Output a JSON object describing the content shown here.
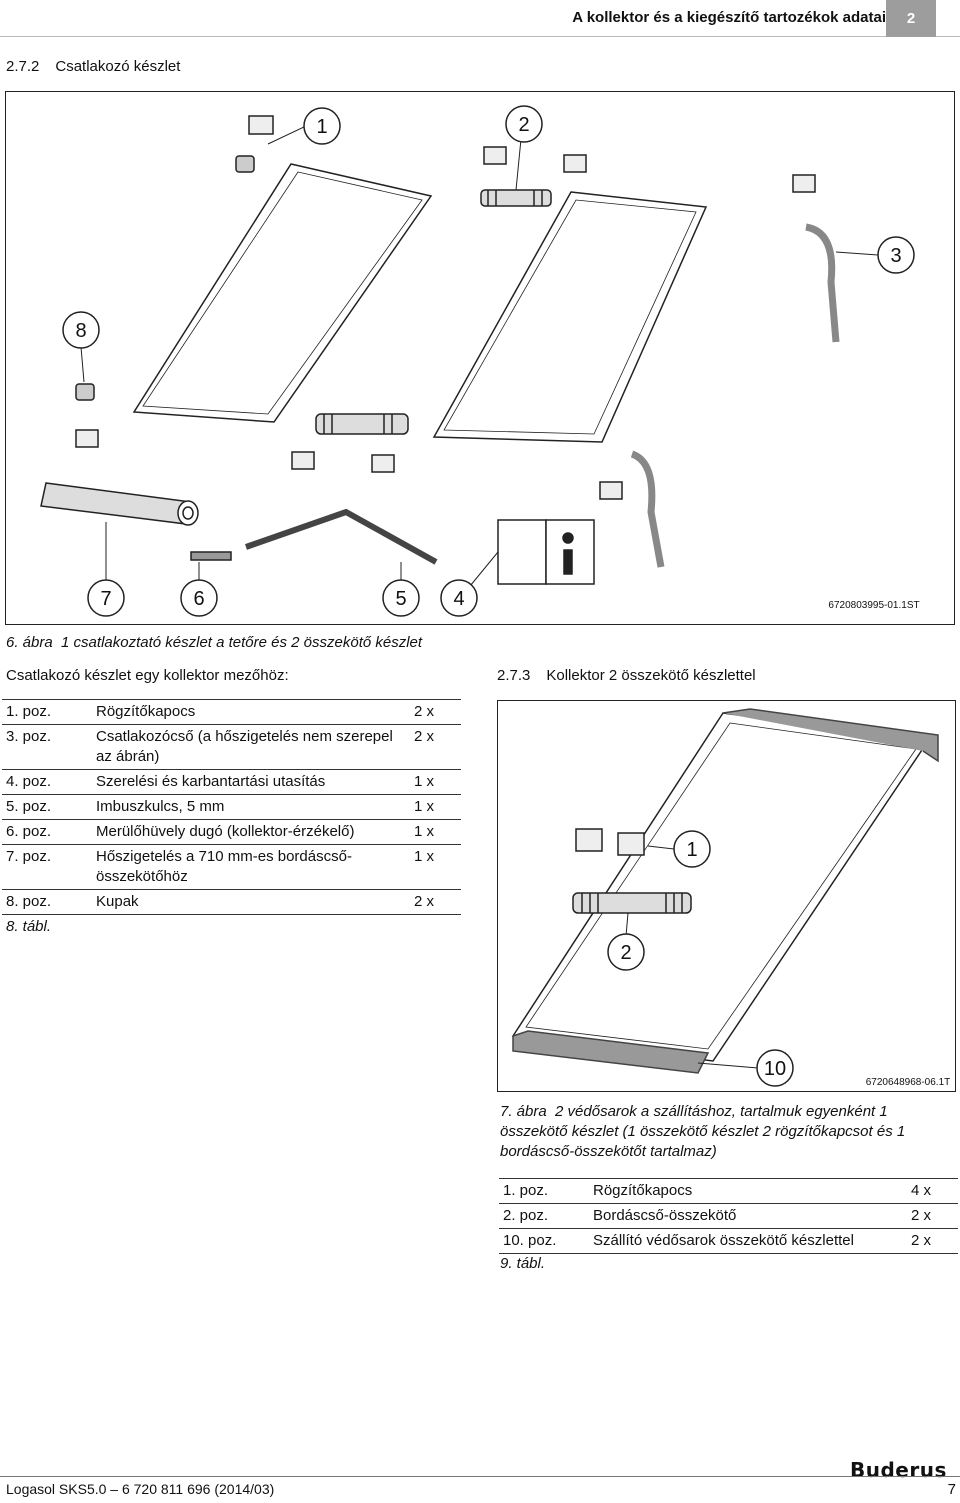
{
  "header": {
    "title": "A kollektor és a kiegészítő tartozékok adatai",
    "chapter": "2"
  },
  "section1": {
    "number": "2.7.2",
    "title": "Csatlakozó készlet"
  },
  "figure1": {
    "code": "6720803995-01.1ST",
    "callouts": [
      "1",
      "2",
      "3",
      "8",
      "7",
      "6",
      "5",
      "4"
    ],
    "caption_label": "6. ábra",
    "caption_text": "1 csatlakoztató készlet a tetőre és 2 összekötő készlet"
  },
  "subheading1": "Csatlakozó készlet egy kollektor mezőhöz:",
  "table1": {
    "rows": [
      {
        "pos": "1. poz.",
        "desc": "Rögzítőkapocs",
        "qty": "2 x"
      },
      {
        "pos": "3. poz.",
        "desc": "Csatlakozócső (a hőszigetelés nem szerepel az ábrán)",
        "qty": "2 x"
      },
      {
        "pos": "4. poz.",
        "desc": "Szerelési és karbantartási utasítás",
        "qty": "1 x"
      },
      {
        "pos": "5. poz.",
        "desc": "Imbuszkulcs, 5 mm",
        "qty": "1 x"
      },
      {
        "pos": "6. poz.",
        "desc": "Merülőhüvely dugó (kollektor-érzékelő)",
        "qty": "1 x"
      },
      {
        "pos": "7. poz.",
        "desc": "Hőszigetelés a 710 mm-es bordáscső-összekötőhöz",
        "qty": "1 x"
      },
      {
        "pos": "8. poz.",
        "desc": "Kupak",
        "qty": "2 x"
      }
    ],
    "caption": "8. tábl."
  },
  "section2": {
    "number": "2.7.3",
    "title": "Kollektor 2 összekötő készlettel"
  },
  "figure2": {
    "code": "6720648968-06.1T",
    "callouts": [
      "1",
      "2",
      "10"
    ],
    "caption_label": "7. ábra",
    "caption_text": "2 védősarok a szállításhoz, tartalmuk egyenként 1 összekötő készlet (1 összekötő készlet 2 rögzítőkapcsot és 1 bordáscső-összekötőt tartalmaz)"
  },
  "table2": {
    "rows": [
      {
        "pos": "1. poz.",
        "desc": "Rögzítőkapocs",
        "qty": "4 x"
      },
      {
        "pos": "2. poz.",
        "desc": "Bordáscső-összekötő",
        "qty": "2 x"
      },
      {
        "pos": "10. poz.",
        "desc": "Szállító védősarok összekötő készlettel",
        "qty": "2 x"
      }
    ],
    "caption": "9. tábl."
  },
  "footer": {
    "left": "Logasol SKS5.0 – 6 720 811 696 (2014/03)",
    "page": "7",
    "logo": "Buderus"
  }
}
